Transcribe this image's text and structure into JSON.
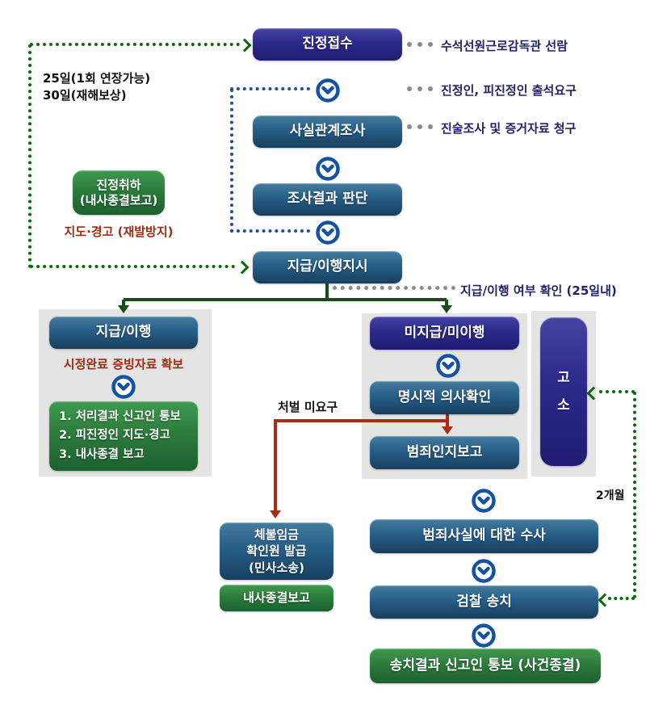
{
  "flow": {
    "top": {
      "receipt": "진정접수",
      "fact_check": "사실관계조사",
      "judgment": "조사결과 판단",
      "order": "지급/이행지시"
    },
    "left": {
      "duration": [
        "25일(1회 연장가능)",
        "30일(재해보상)"
      ],
      "withdrawal": [
        "진정취하",
        "(내사종결보고)"
      ],
      "guidance": "지도·경고 (재발방지)"
    },
    "notes": {
      "receipt": "수석선원근로감독관 선람",
      "attendance": "진정인, 피진정인 출석요구",
      "evidence": "진술조사 및 증거자료 청구",
      "check": "지급/이행 여부 확인 (25일내)"
    },
    "paid": {
      "title": "지급/이행",
      "proof": "시정완료 증빙자료 확보",
      "steps": [
        "1. 처리결과 신고인 통보",
        "2. 피진정인 지도·경고",
        "3. 내사종결 보고"
      ]
    },
    "unpaid": {
      "title": "미지급/미이행",
      "intent": "명시적 의사확인",
      "crime_report": "범죄인지보고",
      "no_punishment": "처벌 미요구",
      "investigation": "범죄사실에 대한 수사",
      "prosecution": "검찰 송치",
      "closing": "송치결과 신고인 통보 (사건종결)",
      "two_months": "2개월"
    },
    "lawsuit": {
      "chars": [
        "고",
        "소"
      ]
    },
    "civil": {
      "cert": [
        "체불임금",
        "확인원 발급",
        "(민사소송)"
      ],
      "closure": "내사종결보고"
    }
  },
  "icons": {
    "step_connector": "chevron-down-circle-icon"
  },
  "colors": {
    "navy": "#2b2786",
    "steel": "#25597f",
    "green": "#2e7d3c",
    "panel": "#e4e4e4",
    "tree": "#174d17",
    "green_dot": "#0a6a0a",
    "blue_dot": "#1b4f9e",
    "gray_dot": "#8c8c8c",
    "red_line": "#a52d12",
    "red_text": "#9e2a12",
    "navy_text": "#232268",
    "chevron": "#1453a3"
  }
}
